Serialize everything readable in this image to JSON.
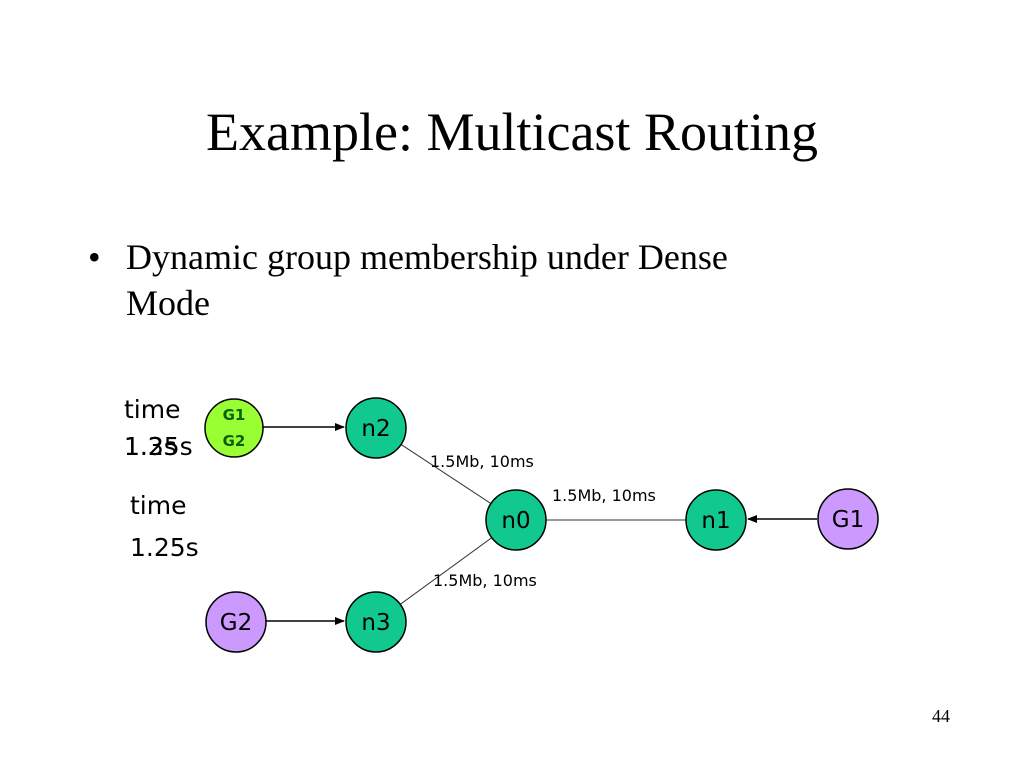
{
  "slide": {
    "title": "Example: Multicast Routing",
    "bullet_symbol": "•",
    "bullet_text_line1": "Dynamic group membership under Dense",
    "bullet_text_line2": "Mode",
    "page_number": "44"
  },
  "diagram": {
    "time_labels": {
      "upper_line1": "time",
      "upper_line2_a": "1.2s",
      "upper_line2_b": "1.35s",
      "lower_line1": "time",
      "lower_line2": "1.25s"
    },
    "nodes": {
      "n0": "n0",
      "n1": "n1",
      "n2": "n2",
      "n3": "n3",
      "g1_right": "G1",
      "g2_bottom": "G2",
      "g1_small": "G1",
      "g2_small": "G2"
    },
    "links": {
      "n2_n0": "1.5Mb, 10ms",
      "n0_n1": "1.5Mb, 10ms",
      "n3_n0": "1.5Mb, 10ms"
    },
    "colors": {
      "router_fill": "#11c98f",
      "group_fill": "#cc99ff",
      "active_group_fill": "#99ff33",
      "outline": "#000000"
    }
  }
}
